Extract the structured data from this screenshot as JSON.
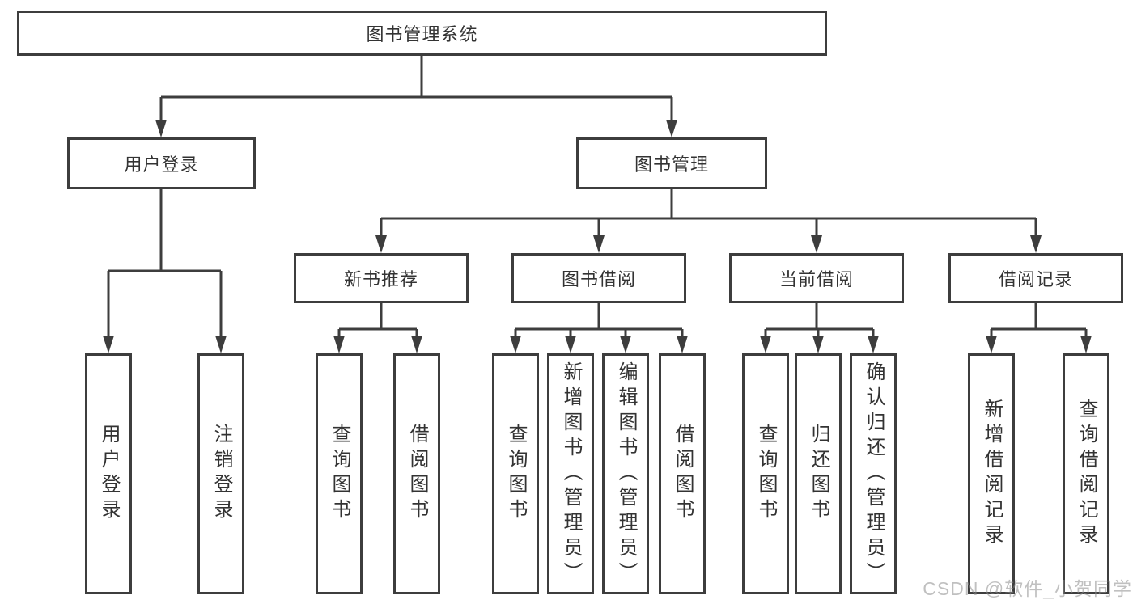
{
  "diagram": {
    "root": {
      "label": "图书管理系统",
      "children": [
        {
          "label": "用户登录",
          "children": [
            {
              "label": "用户登录"
            },
            {
              "label": "注销登录"
            }
          ]
        },
        {
          "label": "图书管理",
          "children": [
            {
              "label": "新书推荐",
              "children": [
                {
                  "label": "查询图书"
                },
                {
                  "label": "借阅图书"
                }
              ]
            },
            {
              "label": "图书借阅",
              "children": [
                {
                  "label": "查询图书"
                },
                {
                  "label": "新增图书（管理员）"
                },
                {
                  "label": "编辑图书（管理员）"
                },
                {
                  "label": "借阅图书"
                }
              ]
            },
            {
              "label": "当前借阅",
              "children": [
                {
                  "label": "查询图书"
                },
                {
                  "label": "归还图书"
                },
                {
                  "label": "确认归还（管理员）"
                }
              ]
            },
            {
              "label": "借阅记录",
              "children": [
                {
                  "label": "新增借阅记录"
                },
                {
                  "label": "查询借阅记录"
                }
              ]
            }
          ]
        }
      ]
    },
    "watermark": "CSDN @软件_小贺同学",
    "colors": {
      "line": "#3d3d3d",
      "text": "#333333",
      "background": "#ffffff",
      "watermark": "#bdbdbd"
    }
  }
}
